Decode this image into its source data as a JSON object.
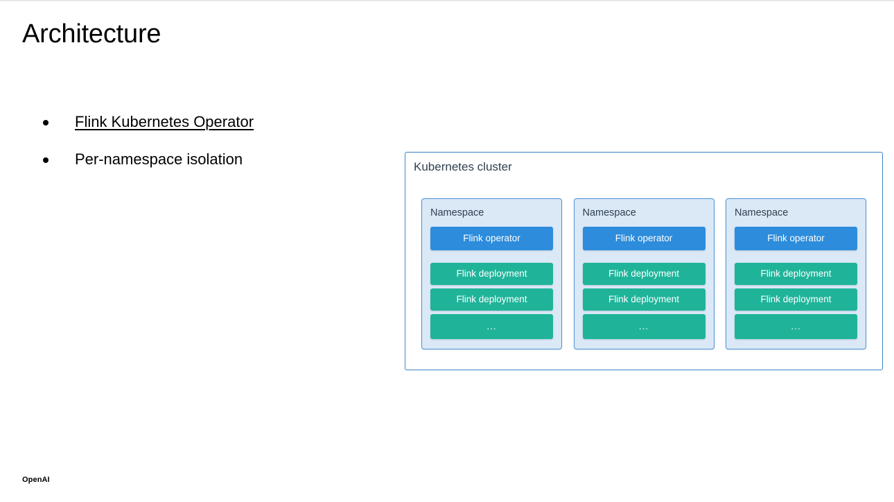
{
  "slide": {
    "title": "Architecture",
    "footer_logo": "OpenAI"
  },
  "bullets": [
    {
      "text": "Flink Kubernetes Operator",
      "is_link": true
    },
    {
      "text": "Per-namespace isolation",
      "is_link": false
    }
  ],
  "diagram": {
    "cluster_label": "Kubernetes cluster",
    "namespaces": [
      {
        "label": "Namespace",
        "operator": "Flink operator",
        "deployments": [
          "Flink deployment",
          "Flink deployment"
        ],
        "ellipsis": "..."
      },
      {
        "label": "Namespace",
        "operator": "Flink operator",
        "deployments": [
          "Flink deployment",
          "Flink deployment"
        ],
        "ellipsis": "..."
      },
      {
        "label": "Namespace",
        "operator": "Flink operator",
        "deployments": [
          "Flink deployment",
          "Flink deployment"
        ],
        "ellipsis": "..."
      }
    ]
  },
  "colors": {
    "operator_blue": "#2d8cdb",
    "deployment_green": "#1fb49a",
    "namespace_fill": "#dbe8f6",
    "namespace_border": "#4a93d6",
    "cluster_border": "#3b82c4",
    "label_text": "#2f4050"
  }
}
